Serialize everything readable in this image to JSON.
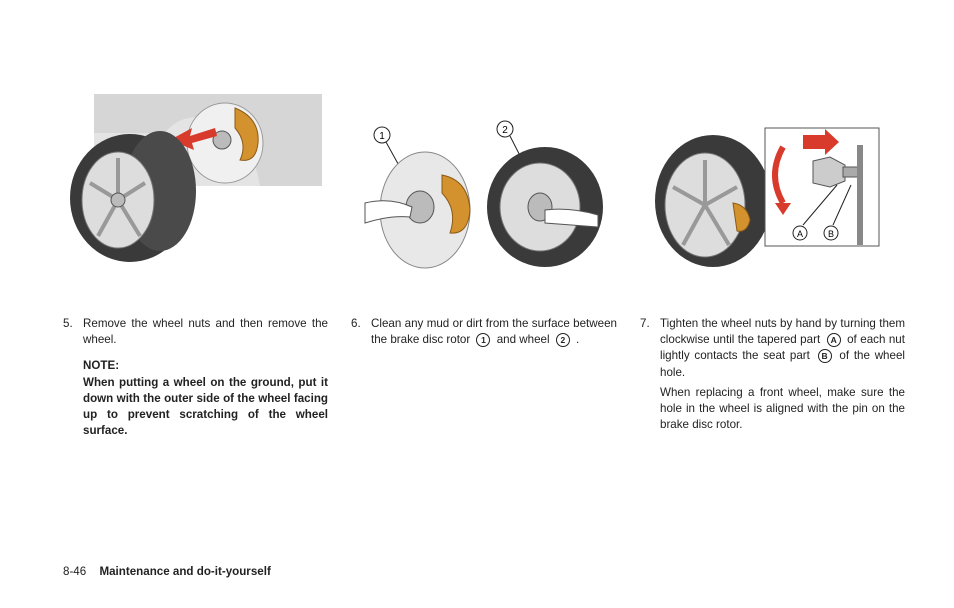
{
  "steps": [
    {
      "num": "5.",
      "text": "Remove the wheel nuts and then remove the wheel.",
      "note_title": "NOTE:",
      "note_text": "When putting a wheel on the ground, put it down with the outer side of the wheel facing up to prevent scratching of the wheel surface."
    },
    {
      "num": "6.",
      "text_a": "Clean any mud or dirt from the surface between the brake disc rotor",
      "marker1": "1",
      "text_b": "and wheel",
      "marker2": "2",
      "text_c": "."
    },
    {
      "num": "7.",
      "text_a": "Tighten the wheel nuts by hand by turning them clockwise until the tapered part",
      "markerA": "A",
      "text_b": "of each nut lightly contacts the seat part",
      "markerB": "B",
      "text_c": "of the wheel hole.",
      "para2": "When replacing a front wheel, make sure the hole in the wheel is aligned with the pin on the brake disc rotor."
    }
  ],
  "figure_labels": {
    "callout1": "1",
    "callout2": "2",
    "calloutA": "A",
    "calloutB": "B"
  },
  "footer": {
    "page": "8-46",
    "section": "Maintenance and do-it-yourself"
  },
  "colors": {
    "caliper": "#d4922f",
    "arrow": "#d83a2c",
    "tire": "#3a3a3a",
    "rim": "#c8c8c8"
  }
}
